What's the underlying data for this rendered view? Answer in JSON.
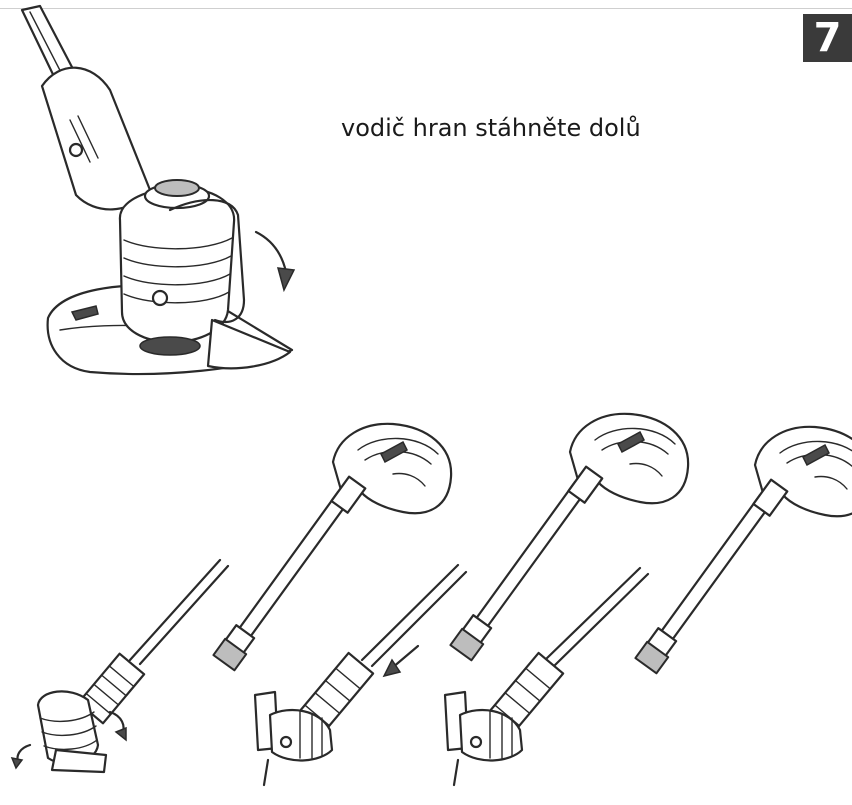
{
  "step": {
    "number": "7"
  },
  "caption": {
    "text": "vodič hran stáhněte dolů"
  },
  "colors": {
    "line": "#2a2a2a",
    "badge": "#3a3a3a",
    "shade": "#bdbdbd"
  },
  "illustrations": [
    {
      "id": "trimmer-head-closeup",
      "icon": "trimmer-head-icon"
    },
    {
      "id": "trimmer-rotate-head",
      "icon": "trimmer-icon"
    },
    {
      "id": "trimmer-slide-shaft",
      "icon": "trimmer-icon"
    },
    {
      "id": "trimmer-assembled",
      "icon": "trimmer-icon"
    }
  ]
}
